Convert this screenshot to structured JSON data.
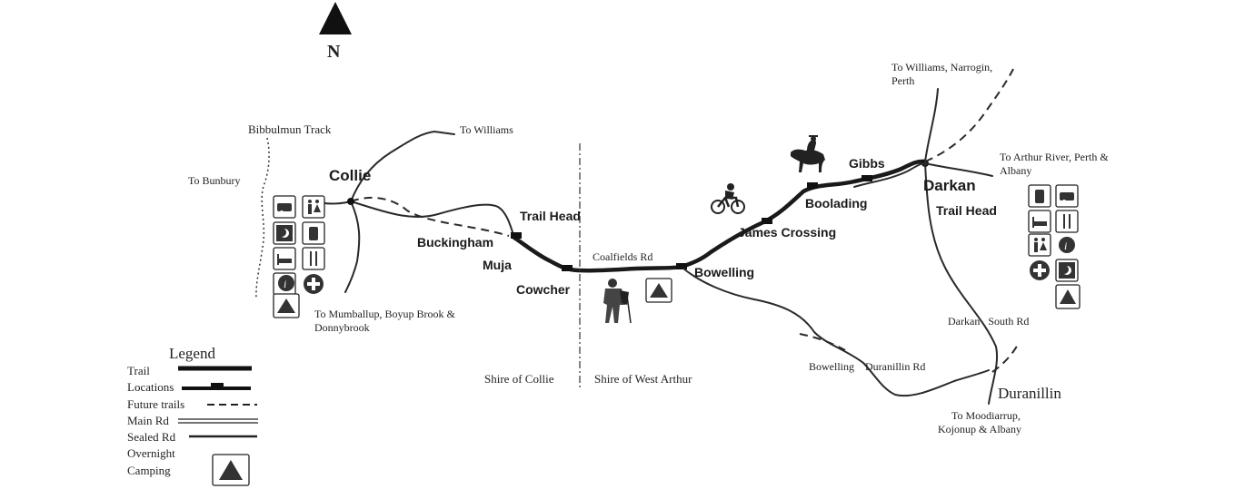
{
  "north": {
    "label": "N"
  },
  "towns": {
    "collie": "Collie",
    "darkan": "Darkan",
    "duranillin": "Duranillin"
  },
  "locations": {
    "trail_head_west": "Trail Head",
    "buckingham": "Buckingham",
    "muja": "Muja",
    "cowcher": "Cowcher",
    "bowelling": "Bowelling",
    "james_crossing": "James Crossing",
    "boolading": "Boolading",
    "gibbs": "Gibbs",
    "trail_head_east": "Trail Head"
  },
  "road_labels": {
    "bibbulmun": "Bibbulmun Track",
    "to_williams": "To Williams",
    "to_bunbury": "To Bunbury",
    "to_mumballup_1": "To Mumballup, Boyup Brook &",
    "to_mumballup_2": "Donnybrook",
    "coalfields": "Coalfields Rd",
    "to_williams_narrogin_1": "To Williams, Narrogin,",
    "to_williams_narrogin_2": "Perth",
    "to_arthur_1": "To Arthur River, Perth &",
    "to_arthur_2": "Albany",
    "darkan_south": "Darkan   South Rd",
    "bowelling_duranillin": "Bowelling    Duranillin Rd",
    "to_moodiarrup_1": "To Moodiarrup,",
    "to_moodiarrup_2": "Kojonup & Albany"
  },
  "shires": {
    "collie": "Shire of Collie",
    "west_arthur": "Shire of West Arthur"
  },
  "legend": {
    "title": "Legend",
    "items": [
      "Trail",
      "Locations",
      "Future trails",
      "Main Rd",
      "Sealed Rd",
      "Overnight",
      "Camping"
    ]
  },
  "icons": {
    "collie_services": [
      "caravan-icon",
      "toilets-icon",
      "night-icon",
      "drinking-water-icon",
      "accommodation-icon",
      "food-icon",
      "info-icon",
      "first-aid-icon",
      "camping-icon"
    ],
    "darkan_services": [
      "drinking-water-icon",
      "caravan-icon",
      "accommodation-icon",
      "food-icon",
      "toilets-icon",
      "info-icon",
      "first-aid-icon",
      "night-icon",
      "camping-icon"
    ],
    "colors": {
      "ink": "#1a1a1a",
      "paper": "#ffffff"
    }
  }
}
